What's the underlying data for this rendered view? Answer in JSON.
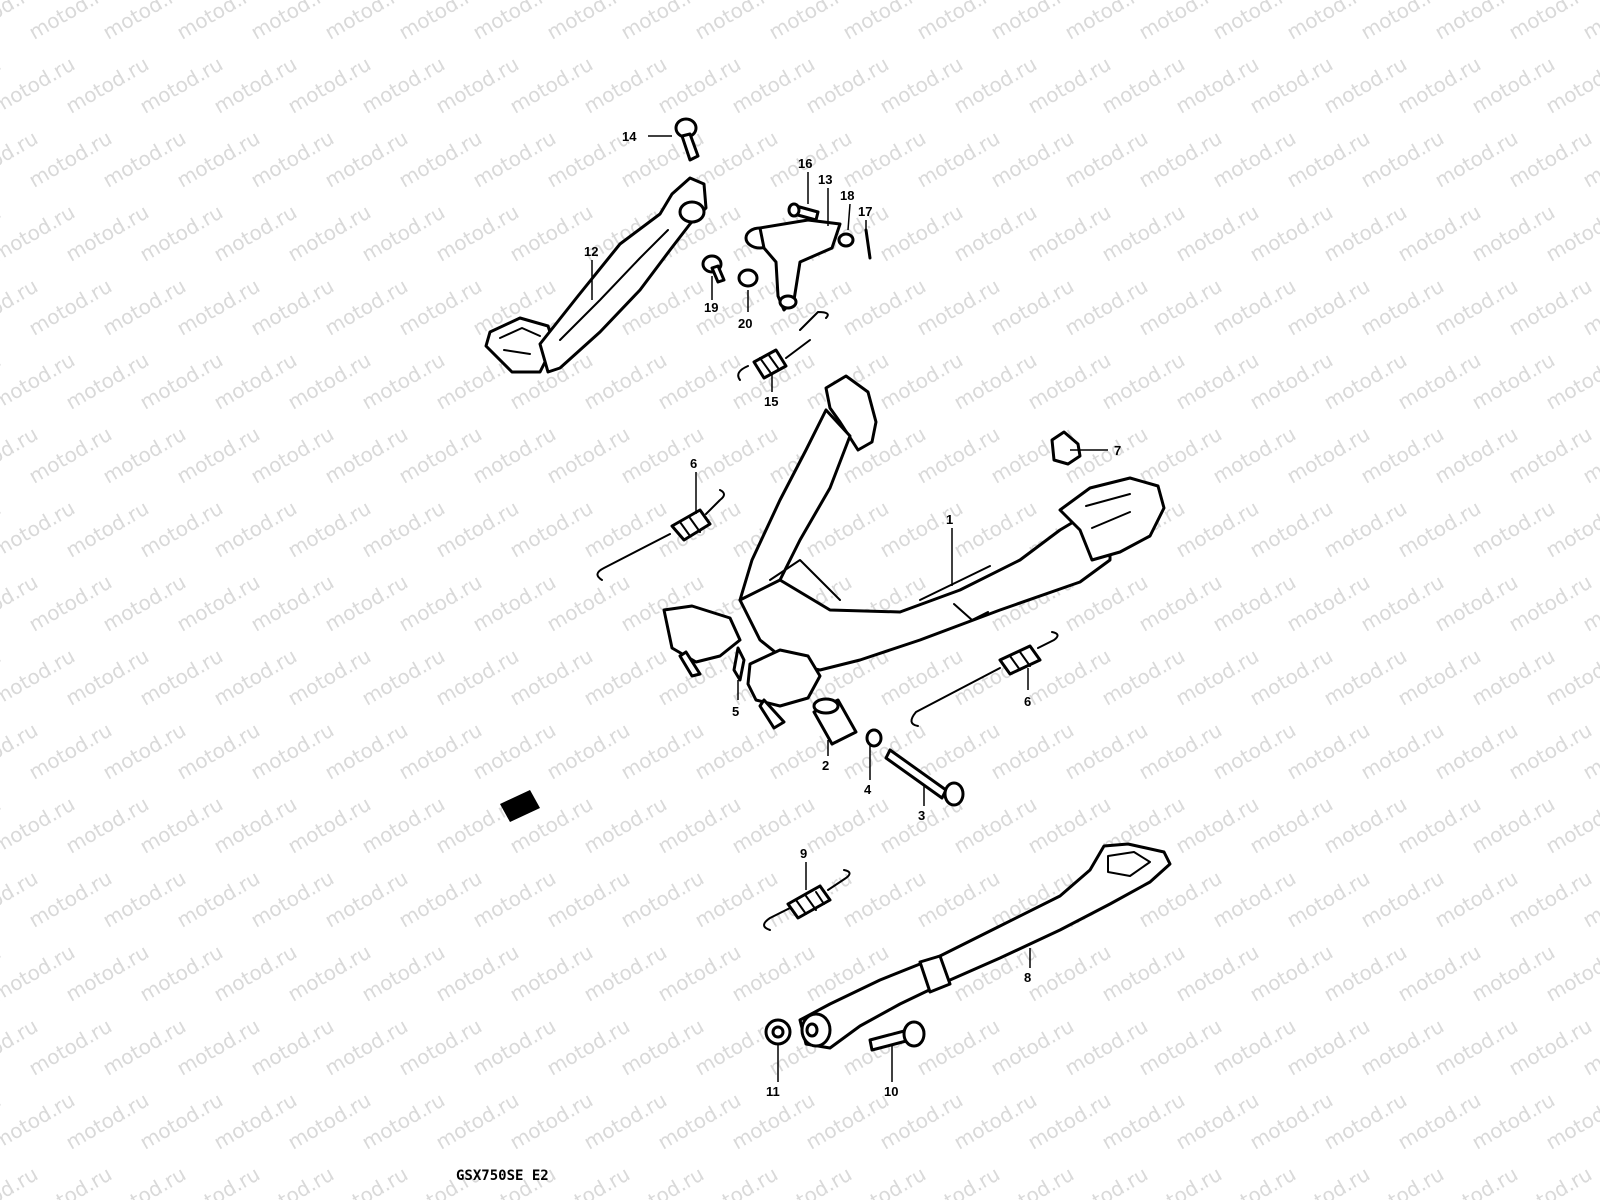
{
  "watermark": "motod.ru",
  "model_code": "GSX750SE E2",
  "part_numbers": {
    "p1": "1",
    "p2": "2",
    "p3": "3",
    "p4": "4",
    "p5": "5",
    "p6a": "6",
    "p6b": "6",
    "p7": "7",
    "p8": "8",
    "p9": "9",
    "p10": "10",
    "p11": "11",
    "p12": "12",
    "p13": "13",
    "p14": "14",
    "p15": "15",
    "p16": "16",
    "p17": "17",
    "p18": "18",
    "p19": "19",
    "p20": "20"
  }
}
